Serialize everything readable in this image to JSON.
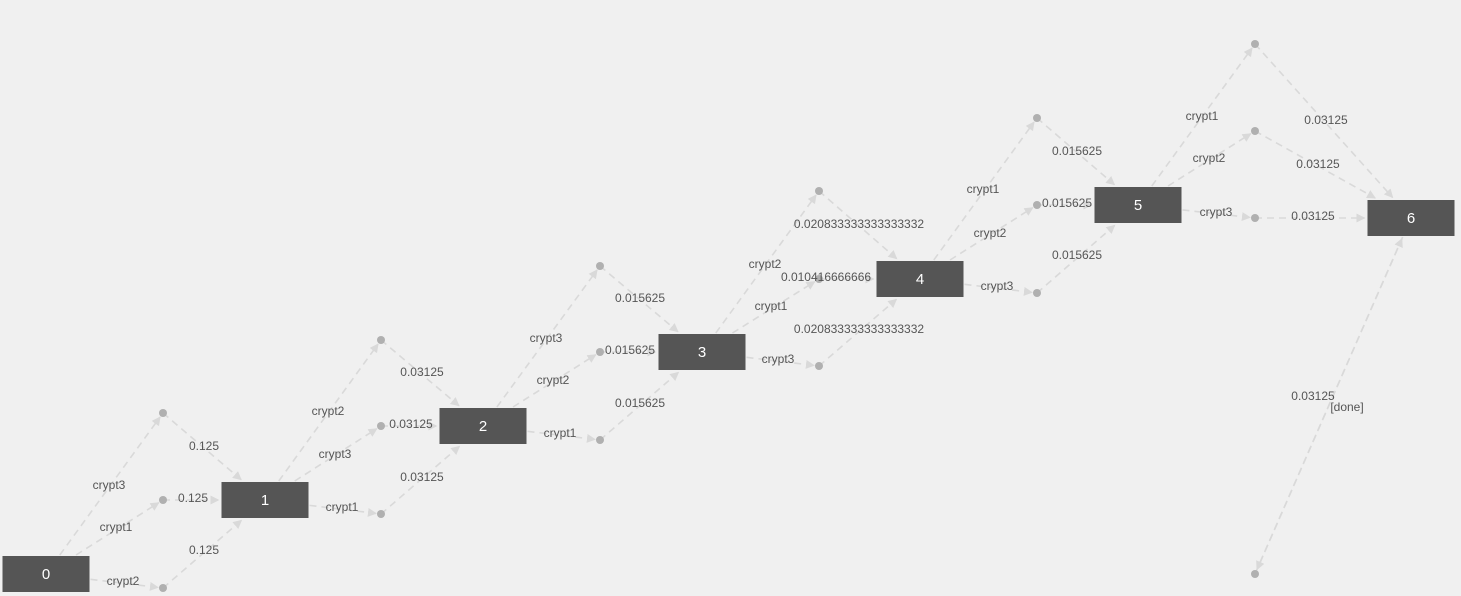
{
  "nodes": [
    {
      "id": "0",
      "label": "0"
    },
    {
      "id": "1",
      "label": "1"
    },
    {
      "id": "2",
      "label": "2"
    },
    {
      "id": "3",
      "label": "3"
    },
    {
      "id": "4",
      "label": "4"
    },
    {
      "id": "5",
      "label": "5"
    },
    {
      "id": "6",
      "label": "6"
    }
  ],
  "transitions": [
    {
      "from": "0",
      "to": "1",
      "action": "crypt3",
      "probability": "0.125"
    },
    {
      "from": "0",
      "to": "1",
      "action": "crypt1",
      "probability": "0.125"
    },
    {
      "from": "0",
      "to": "1",
      "action": "crypt2",
      "probability": "0.125"
    },
    {
      "from": "1",
      "to": "2",
      "action": "crypt2",
      "probability": "0.03125"
    },
    {
      "from": "1",
      "to": "2",
      "action": "crypt3",
      "probability": "0.03125"
    },
    {
      "from": "1",
      "to": "2",
      "action": "crypt1",
      "probability": "0.03125"
    },
    {
      "from": "2",
      "to": "3",
      "action": "crypt3",
      "probability": "0.015625"
    },
    {
      "from": "2",
      "to": "3",
      "action": "crypt2",
      "probability": "0.015625"
    },
    {
      "from": "2",
      "to": "3",
      "action": "crypt1",
      "probability": "0.015625"
    },
    {
      "from": "3",
      "to": "4",
      "action": "crypt2",
      "probability": "0.020833333333333332"
    },
    {
      "from": "3",
      "to": "4",
      "action": "crypt1",
      "probability": "0.010416666666"
    },
    {
      "from": "3",
      "to": "4",
      "action": "crypt3",
      "probability": "0.020833333333333332"
    },
    {
      "from": "4",
      "to": "5",
      "action": "crypt1",
      "probability": "0.015625"
    },
    {
      "from": "4",
      "to": "5",
      "action": "crypt2",
      "probability": "0.015625"
    },
    {
      "from": "4",
      "to": "5",
      "action": "crypt3",
      "probability": "0.015625"
    },
    {
      "from": "5",
      "to": "6",
      "action": "crypt1",
      "probability": "0.03125"
    },
    {
      "from": "5",
      "to": "6",
      "action": "crypt2",
      "probability": "0.03125"
    },
    {
      "from": "5",
      "to": "6",
      "action": "crypt3",
      "probability": "0.03125"
    },
    {
      "from": "6",
      "to": "6",
      "action": "[done]",
      "probability": "0.03125"
    }
  ],
  "colors": {
    "node_fill": "#555555",
    "node_text": "#ffffff",
    "edge": "#d9d9d9",
    "dot": "#b0b0b0",
    "label": "#555555",
    "background": "#f0f0f0"
  }
}
